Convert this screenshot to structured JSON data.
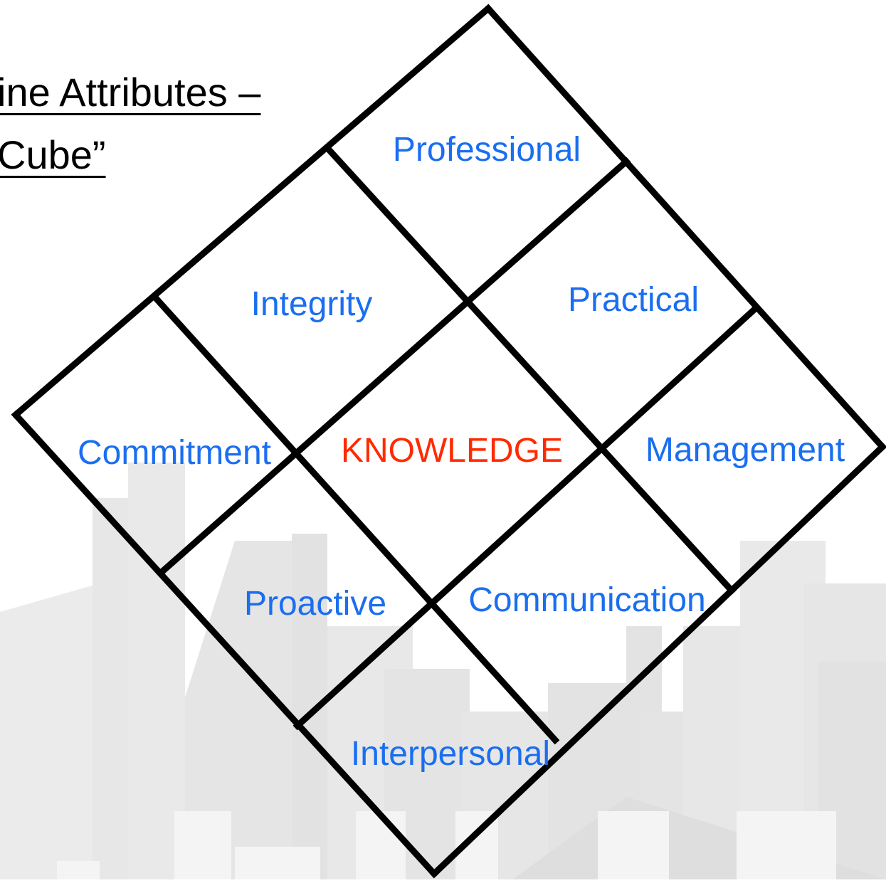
{
  "title": {
    "line1": "ine Attributes –",
    "line2": "Cube”"
  },
  "colors": {
    "label": "#1a6ef0",
    "center": "#ff2a00",
    "grid": "#000000",
    "background_city": "#e3e3e3",
    "background_city_light": "#ececec"
  },
  "cube": {
    "top": "Professional",
    "upper_left": "Integrity",
    "upper_right": "Practical",
    "left": "Commitment",
    "center": "KNOWLEDGE",
    "right": "Management",
    "lower_left": "Proactive",
    "lower_right": "Communication",
    "bottom": "Interpersonal"
  }
}
